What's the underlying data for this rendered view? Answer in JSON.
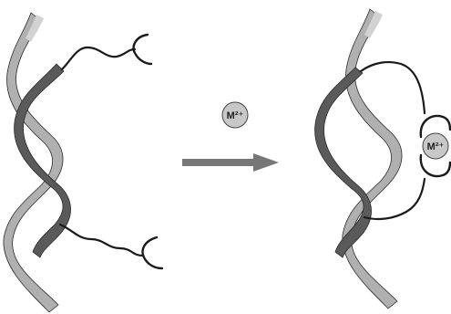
{
  "diagram": {
    "left_ion_label": "M²⁺",
    "right_ion_label": "M²⁺"
  },
  "colors": {
    "strand_light": "#b0b0b0",
    "strand_dark": "#5a5a5a",
    "outline": "#2a2a2a",
    "ion_fill": "#c8c8c8",
    "arrow": "#777777",
    "linker": "#1a1a1a"
  },
  "icons": {
    "ligand": "open-semicircle-receptor",
    "arrow": "right-arrow"
  }
}
